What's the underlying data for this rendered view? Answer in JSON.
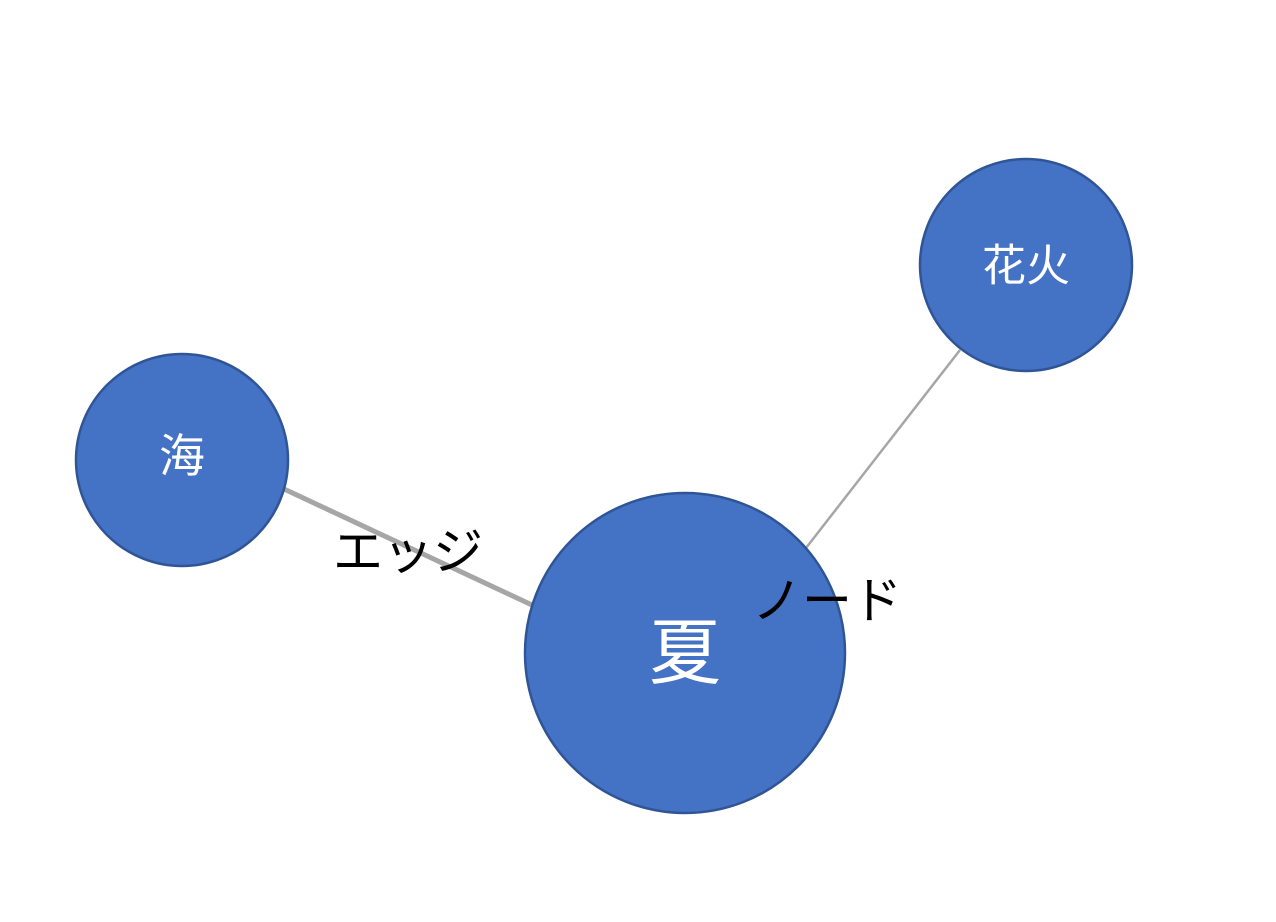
{
  "colors": {
    "node_fill": "#4472c4",
    "node_stroke": "#2f5597",
    "edge": "#a6a6a6",
    "label": "#ffffff",
    "annotation": "#000000"
  },
  "nodes": [
    {
      "id": "umi",
      "label": "海"
    },
    {
      "id": "natsu",
      "label": "夏"
    },
    {
      "id": "hanabi",
      "label": "花火"
    }
  ],
  "edges": [
    {
      "from": "umi",
      "to": "natsu"
    },
    {
      "from": "natsu",
      "to": "hanabi"
    }
  ],
  "annotations": {
    "edge_label": "エッジ",
    "node_label": "ノード"
  }
}
